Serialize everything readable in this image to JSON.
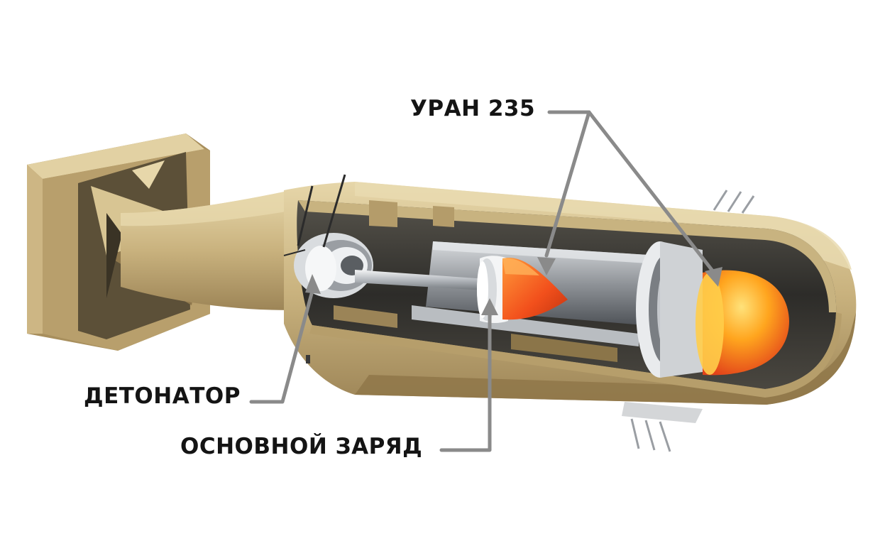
{
  "labels": {
    "uranium": "УРАН 235",
    "detonator": "ДЕТОНАТОР",
    "main_charge": "ОСНОВНОЙ ЗАРЯД"
  },
  "colors": {
    "casing": "#c9b27e",
    "casing_dark": "#9c8457",
    "casing_light": "#e4d3a6",
    "interior": "#3b3a36",
    "steel": "#c9ccd0",
    "uranium_core": "#ff5a1f",
    "uranium_glow": "#ffb300",
    "leader_line": "#8a8a8a"
  }
}
